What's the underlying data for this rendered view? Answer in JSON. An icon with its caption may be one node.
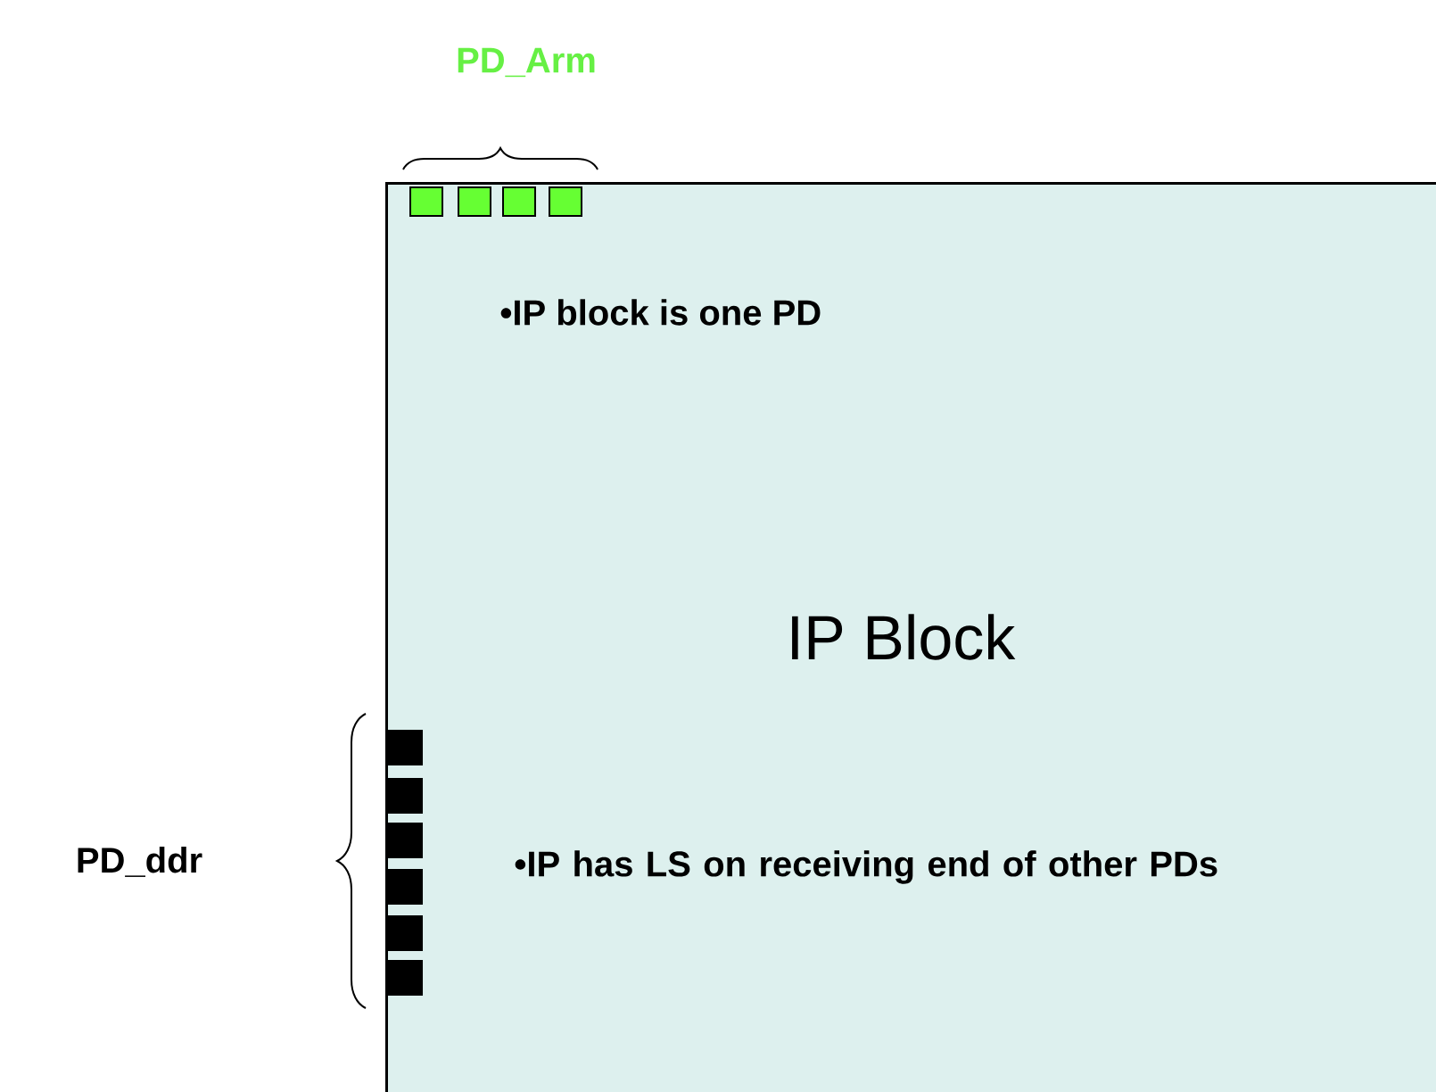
{
  "diagram": {
    "nodes": [
      {
        "text": [
          "•IP block is one PD",
          "IP Block",
          "•IP has LS on receiving end of other PDs"
        ]
      }
    ],
    "labels": [
      "PD_Arm",
      "PD_ddr"
    ]
  }
}
